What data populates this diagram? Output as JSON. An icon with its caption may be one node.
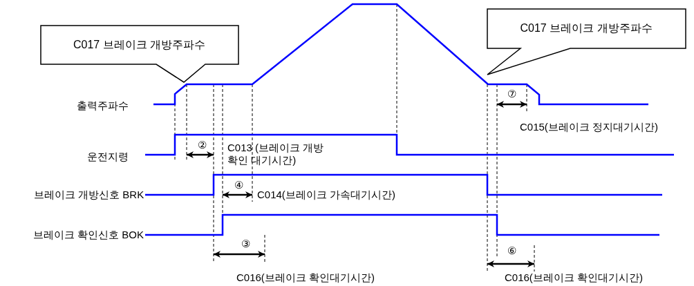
{
  "diagram": {
    "nodes": [
      {
        "text": [
          "C017 브레이크 개방주파수"
        ]
      },
      {
        "text": [
          "C017 브레이크 개방주파수"
        ]
      }
    ],
    "labels": [
      "출력주파수",
      "⑦",
      "C015(브레이크 정지대기시간)",
      "②",
      "C013 (브레이크 개방확인 대기시간)",
      "운전지령",
      "④",
      "C014(브레이크 가속대기시간)",
      "브레이크 개방신호 BRK",
      "브레이크 확인신호 BOK",
      "③",
      "⑥",
      "C016(브레이크 확인대기시간)",
      "C016(브레이크 확인대기시간)"
    ]
  }
}
